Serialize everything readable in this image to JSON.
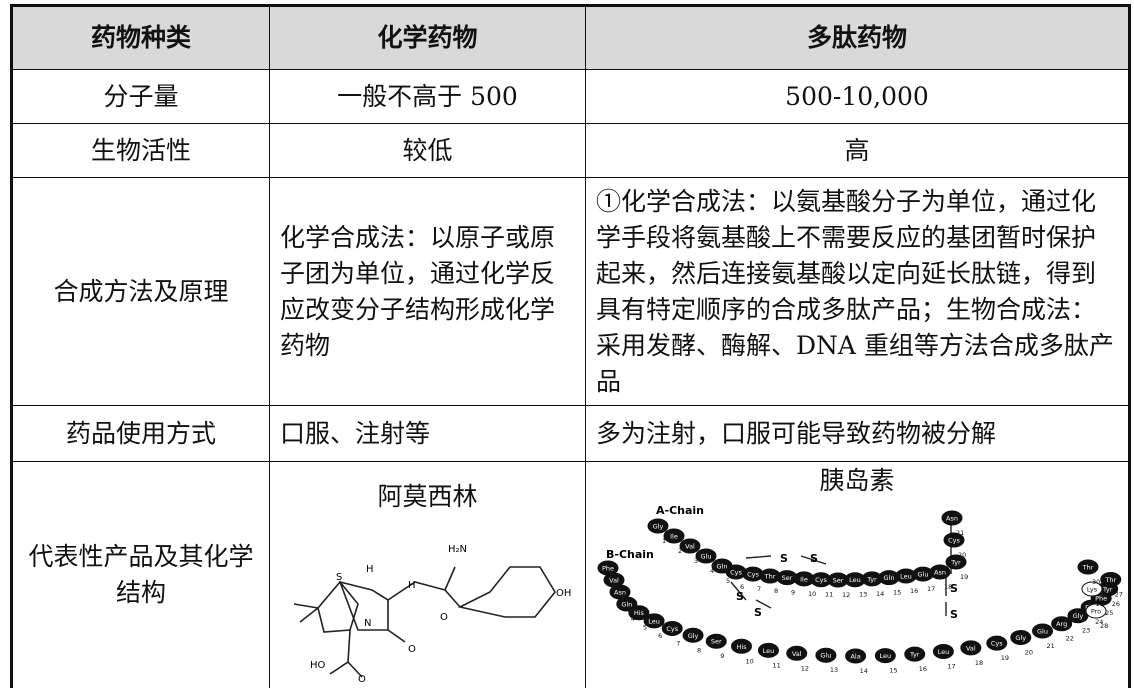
{
  "table": {
    "headers": [
      "药物种类",
      "化学药物",
      "多肽药物"
    ],
    "rows": [
      {
        "label": "分子量",
        "chem": "一般不高于 500",
        "peptide": "500-10,000"
      },
      {
        "label": "生物活性",
        "chem": "较低",
        "peptide": "高"
      },
      {
        "label": "合成方法及原理",
        "chem": "化学合成法：以原子或原子团为单位，通过化学反应改变分子结构形成化学药物",
        "peptide": "①化学合成法：以氨基酸分子为单位，通过化学手段将氨基酸上不需要反应的基团暂时保护起来，然后连接氨基酸以定向延长肽链，得到具有特定顺序的合成多肽产品；生物合成法：采用发酵、酶解、DNA 重组等方法合成多肽产品"
      },
      {
        "label": "药品使用方式",
        "chem": "口服、注射等",
        "peptide": "多为注射，口服可能导致药物被分解"
      },
      {
        "label": "代表性产品及其化学结构",
        "chem": "阿莫西林",
        "peptide": "胰岛素"
      }
    ]
  },
  "amoxicillin": {
    "atoms": {
      "nh2": "H₂N",
      "s": "S",
      "h": "H",
      "n": "N",
      "o1": "O",
      "o2": "O",
      "o3": "O",
      "oh": "OH",
      "ho": "HO",
      "nh": "H"
    }
  },
  "insulin": {
    "a_label": "A-Chain",
    "b_label": "B-Chain",
    "a_chain": [
      "Gly",
      "Ile",
      "Val",
      "Glu",
      "Gln",
      "Cys",
      "Cys",
      "Thr",
      "Ser",
      "Ile",
      "Cys",
      "Ser",
      "Leu",
      "Tyr",
      "Gln",
      "Leu",
      "Glu",
      "Asn",
      "Tyr",
      "Cys",
      "Asn"
    ],
    "b_chain": [
      "Phe",
      "Val",
      "Asn",
      "Gln",
      "His",
      "Leu",
      "Cys",
      "Gly",
      "Ser",
      "His",
      "Leu",
      "Val",
      "Glu",
      "Ala",
      "Leu",
      "Tyr",
      "Leu",
      "Val",
      "Cys",
      "Gly",
      "Glu",
      "Arg",
      "Gly",
      "Phe",
      "Phe",
      "Tyr",
      "Thr",
      "Pro",
      "Lys",
      "Thr"
    ],
    "bond": "S"
  }
}
